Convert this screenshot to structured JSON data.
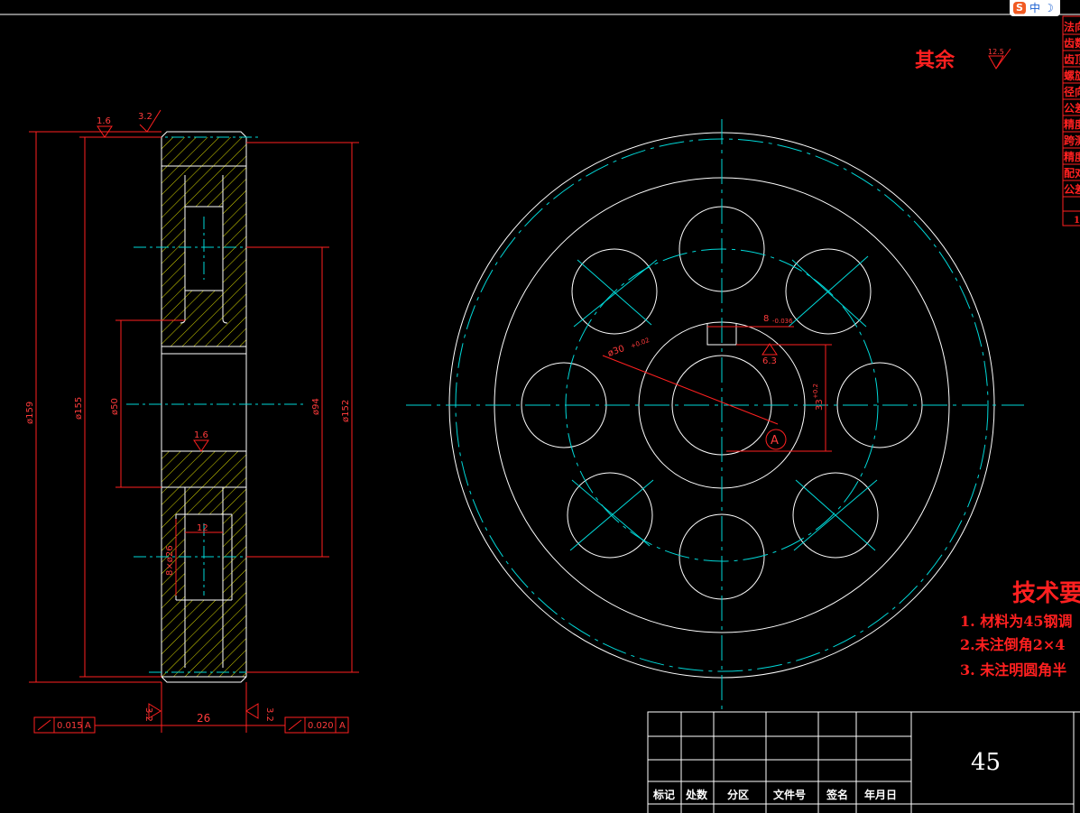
{
  "ime": {
    "logo": "S",
    "lang": "中",
    "moon": "☽"
  },
  "note_other": {
    "label": "其余",
    "roughness": "12.5"
  },
  "tech": {
    "title": "技术要",
    "items": [
      "1. 材料为45钢调",
      "2.未注倒角2×4",
      "3. 未注明圆角半"
    ]
  },
  "material_block": {
    "value": "45"
  },
  "title_block": {
    "headers": [
      "标记",
      "处数",
      "分区",
      "文件号",
      "签名",
      "年月日"
    ]
  },
  "right_table": {
    "rows": [
      "法向",
      "齿数",
      "齿顶",
      "螺旋",
      "径向",
      "公差",
      "精度",
      "跨测",
      "精度",
      "配对",
      "公差"
    ],
    "footer": "1"
  },
  "side_view": {
    "roughness": [
      "1.6",
      "3.2",
      "1.6",
      "3.2",
      "3.2"
    ],
    "dims": {
      "d159": "ø159",
      "d155": "ø155",
      "d50": "ø50",
      "d94": "ø94",
      "d152": "ø152",
      "holes": "8×ø26",
      "w12": "12",
      "w26": "26"
    },
    "runout_left": {
      "tol": "0.015",
      "datum": "A"
    },
    "runout_right": {
      "tol": "0.020",
      "datum": "A"
    }
  },
  "front_view": {
    "dims": {
      "keyway": "8",
      "keyway_tol": "-0.036",
      "bore": "ø30",
      "bore_tol": "+0.02",
      "keyheight": "33",
      "keyheight_tol": "+0.2",
      "roughness": "6.3",
      "datum": "A"
    }
  }
}
